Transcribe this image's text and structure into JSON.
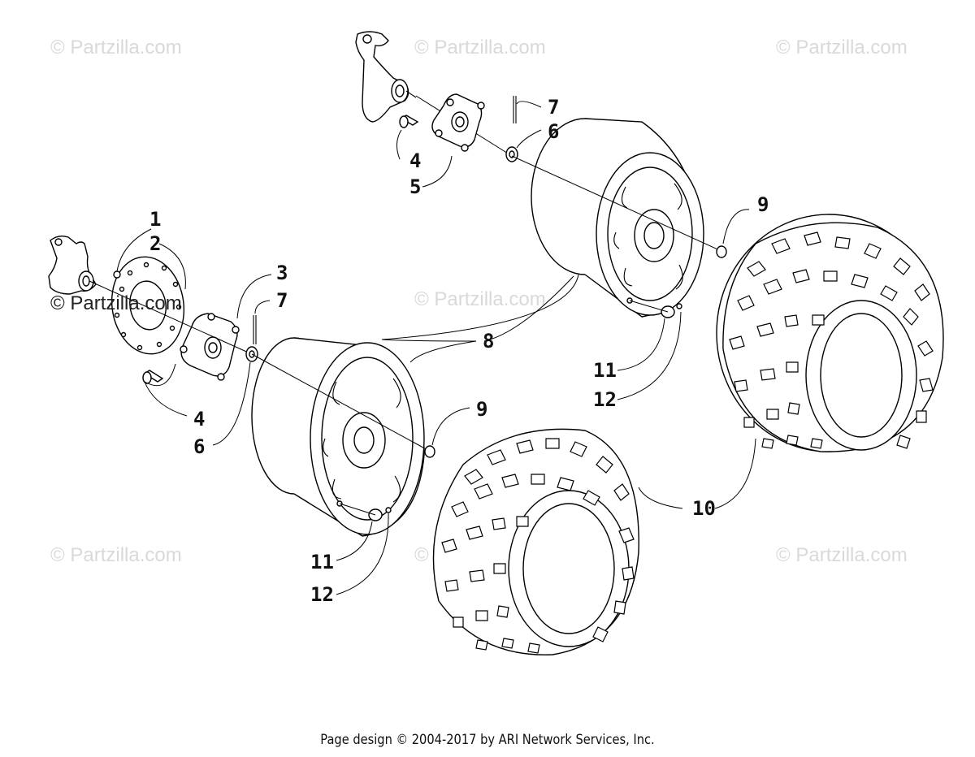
{
  "watermarks": {
    "text": "© Partzilla.com",
    "dark_text": "© Partzilla.com"
  },
  "callouts": {
    "c1": "1",
    "c2": "2",
    "c3": "3",
    "c4a": "4",
    "c4b": "4",
    "c5": "5",
    "c6a": "6",
    "c6b": "6",
    "c7a": "7",
    "c7b": "7",
    "c8": "8",
    "c9a": "9",
    "c9b": "9",
    "c10": "10",
    "c11a": "11",
    "c11b": "11",
    "c12a": "12",
    "c12b": "12"
  },
  "footer": {
    "text": "Page design © 2004-2017 by ARI Network Services, Inc."
  }
}
